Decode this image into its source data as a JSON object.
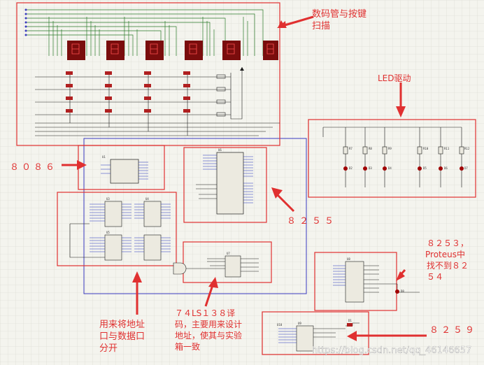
{
  "annotations": {
    "display_keys_line1": "数码管与按键",
    "display_keys_line2": "扫描",
    "led_drive": "LED驱动",
    "cpu_8086": "８０８６",
    "ppi_8255": "８２５５",
    "timer_line1": "８２５３，",
    "timer_line2": "Proteus中",
    "timer_line3": "找不到８２",
    "timer_line4": "５４",
    "latch_line1": "用来将地址",
    "latch_line2": "口与数据口",
    "latch_line3": "分开",
    "decoder_line1": "７４LS１３８译",
    "decoder_line2": "码，主要用来设计",
    "decoder_line3": "地址，使其与实验",
    "decoder_line4": "箱一致",
    "pic_8259": "８２５９"
  },
  "components": {
    "u1": "U1",
    "u6": "U6",
    "u3": "U3",
    "u4": "U4",
    "u5": "U5",
    "u7": "U7",
    "u8": "U8",
    "u9": "U9",
    "u10": "U10",
    "r7": "R7",
    "r8": "R8",
    "r9": "R9",
    "r10": "R10",
    "r11": "R11",
    "r12": "R12",
    "d2": "D2",
    "d3": "D3",
    "d4": "D4",
    "d5": "D5",
    "d6": "D6",
    "d7": "D7",
    "d8": "D8",
    "d1": "D1"
  },
  "watermark": "https://blog.csdn.net/qq_46146657",
  "colors": {
    "annotation": "#e03030",
    "bus_box": "#3a3ac0",
    "grid": "#d6d6cc",
    "wire": "#1a1a1a",
    "ic_pin": "#2030c0",
    "green_wire": "#2a7a2a",
    "led": "#a00000"
  }
}
